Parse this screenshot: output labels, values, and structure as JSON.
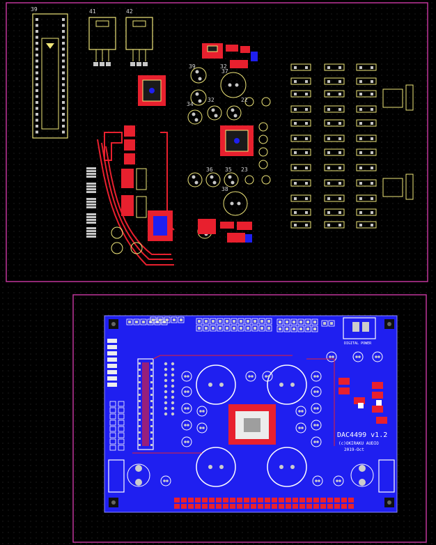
{
  "top_layout": {
    "ic_label": "39",
    "reg1_label": "41",
    "reg2_label": "42",
    "cap_labels": [
      "39",
      "32",
      "37",
      "34",
      "32",
      "22",
      "36",
      "35",
      "23",
      "38"
    ]
  },
  "bottom_board": {
    "product_name": "DAC4499 v1.2",
    "maker": "(c)OKIRAKU AUDIO",
    "date": "2019-Oct",
    "digital_power_label": "DIGITAL POWER"
  },
  "colors": {
    "board_outline": "#c0359a",
    "silkscreen": "#f0e77a",
    "copper_top": "#e8202e",
    "copper_bottom": "#1f1ff0",
    "pad": "#c8c8c8",
    "chip_body": "#9e9e9e"
  }
}
